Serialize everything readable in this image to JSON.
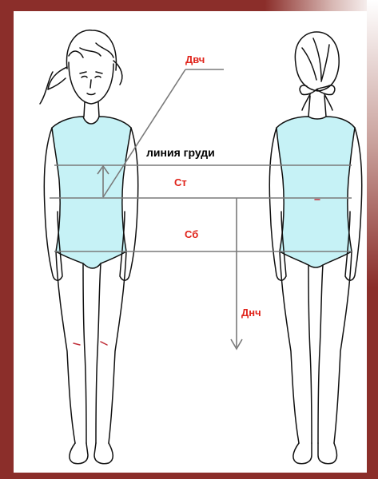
{
  "colors": {
    "frame": "#8b2e2a",
    "frame_light": "#ffffff",
    "suit": "#c6f2f6",
    "outline": "#111111",
    "measure_line": "#7a7a7a",
    "red_label": "#e0231a"
  },
  "labels": {
    "dvch": "Двч",
    "chest_line": "линия груди",
    "st": "Ст",
    "sb": "Сб",
    "dnch": "Днч"
  },
  "figures": {
    "front": "front-view-figure",
    "back": "back-view-figure"
  }
}
